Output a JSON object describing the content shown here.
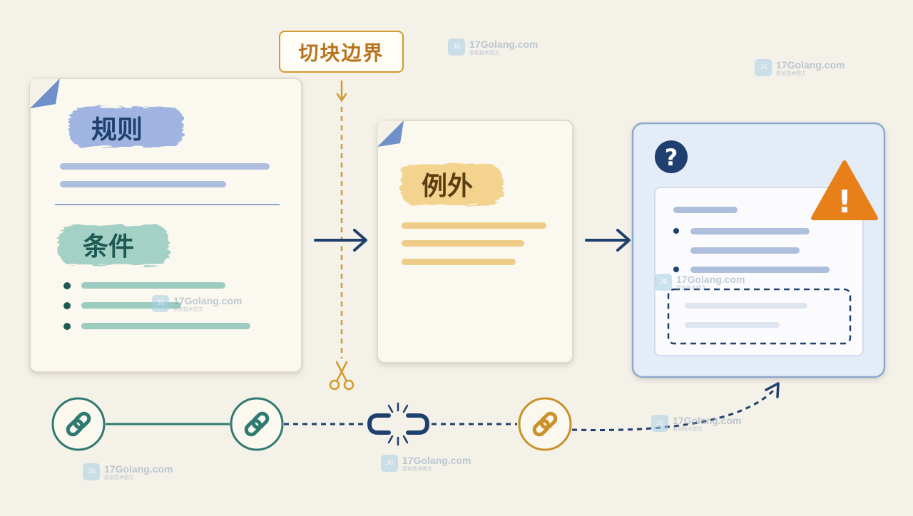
{
  "labels": {
    "boundary": "切块边界",
    "rules": "规则",
    "conditions": "条件",
    "exceptions": "例外"
  },
  "icons": {
    "question": "?",
    "warning": "!",
    "scissors": "scissors-icon",
    "link": "link-icon",
    "broken_link": "broken-link-icon"
  },
  "watermark": {
    "domain": "17Golang.com",
    "subtitle": "原创技术图文",
    "logo_text": "JG"
  },
  "colors": {
    "background": "#f4f1e9",
    "navy": "#1f3f6e",
    "rules_blue": "#7f9fd6",
    "conditions_teal": "#5ea89a",
    "exceptions_amber": "#e8b757",
    "boundary_orange": "#d39a2c",
    "warning_orange": "#e8801a",
    "link_teal": "#2e7a6f",
    "link_gold": "#c9922b"
  }
}
